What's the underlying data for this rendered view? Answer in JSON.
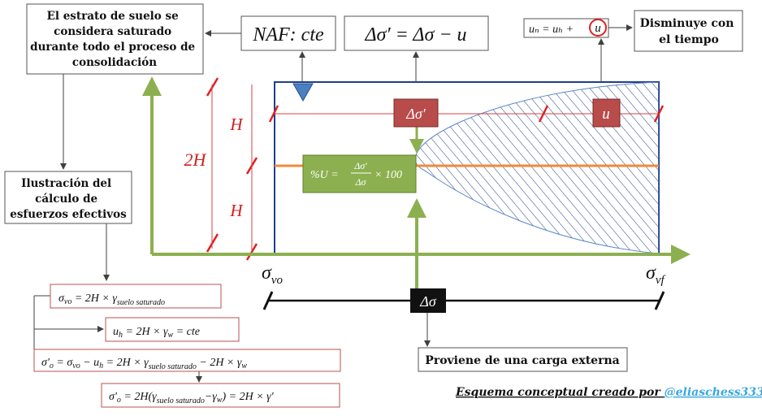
{
  "boxes": {
    "saturated_note": [
      "El estrato de suelo se",
      "considera saturado",
      "durante todo el proceso de",
      "consolidación"
    ],
    "illustration_note": [
      "Ilustración del",
      "cálculo de",
      "esfuerzos efectivos"
    ],
    "decreases_note": [
      "Disminuye con",
      "el tiempo"
    ],
    "external_load_note": "Proviene de una carga externa"
  },
  "equations": {
    "naf": "NAF: cte",
    "delta_sigma_prime_def": "Δσ′ = Δσ − u",
    "un_lhs": "uₙ = uₕ +",
    "un_circled": "u",
    "sigma_vo_eq": "σvo = 2H × γsuelo saturado",
    "uh_eq": "uh = 2H × γw = cte",
    "sigma_o_prime_eq": "σ'o = σvo − uh = 2H × γsuelo saturado − 2H × γw",
    "sigma_o_prime_final": "σ'o = 2H(γsuelo saturado−γw) = 2H × γ'",
    "percent_u": "%U = (Δσ′/Δσ) × 100",
    "percent_u_label": "%U =",
    "percent_u_num": "Δσ′",
    "percent_u_den": "Δσ",
    "percent_u_tail": "× 100"
  },
  "labels": {
    "delta_sigma_prime": "Δσ′",
    "u": "u",
    "delta_sigma": "Δσ",
    "h_top": "H",
    "h_bottom": "H",
    "two_h": "2H",
    "sigma_vo": "σvo",
    "sigma_vf": "σvf"
  },
  "credit": {
    "text": "Esquema  conceptual creado por ",
    "handle": "@eliaschess333"
  },
  "colors": {
    "green": "#8cb04f",
    "red_box": "#b84c4b",
    "red_line": "#d84040",
    "blue_hatch": "#1f3f8a",
    "orange": "#f08a3a",
    "box_border": "#b85050",
    "handle": "#39a7e0"
  }
}
